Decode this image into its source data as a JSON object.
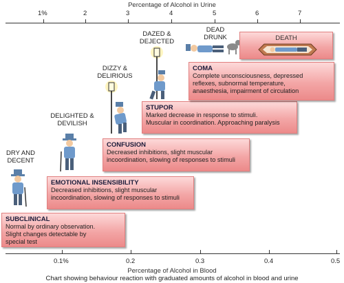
{
  "top_axis": {
    "title": "Percentage of Alcohol in Urine",
    "ticks": [
      "1%",
      "2",
      "3",
      "4",
      "5",
      "6",
      "7"
    ]
  },
  "bottom_axis": {
    "title": "Percentage of Alcohol in Blood",
    "ticks": [
      "0.1%",
      "0.2",
      "0.3",
      "0.4",
      "0.5"
    ]
  },
  "caption": "Chart showing behaviour reaction with graduated amounts of alcohol in blood and urine",
  "stages": [
    {
      "label_lines": [
        "DRY AND",
        "DECENT"
      ],
      "heading": "SUBCLINICAL",
      "lines": [
        "Normal by ordinary observation.",
        "Slight changes detectable by",
        "special test"
      ]
    },
    {
      "label_lines": [
        "DELIGHTED &",
        "DEVILISH"
      ],
      "heading": "EMOTIONAL INSENSIBILITY",
      "lines": [
        "Decreased inhibitions, slight muscular",
        "incoordination, slowing of responses to stimuli"
      ]
    },
    {
      "label_lines": [
        "DIZZY &",
        "DELIRIOUS"
      ],
      "heading": "CONFUSION",
      "lines": [
        "Decreased inhibitions, slight muscular",
        "incoordination, slowing of responses to stimuli"
      ]
    },
    {
      "label_lines": [
        "DAZED &",
        "DEJECTED"
      ],
      "heading": "STUPOR",
      "lines": [
        "Marked decrease in response to stimuli.",
        "Muscular in coordination. Approaching paralysis"
      ]
    },
    {
      "label_lines": [
        "DEAD",
        "DRUNK"
      ],
      "heading": "COMA",
      "lines": [
        "Complete unconsciousness, depressed",
        "reflexes, subnormal temperature,",
        "anaesthesia, impairment of circulation"
      ]
    },
    {
      "label_lines": [],
      "heading": "DEATH",
      "lines": []
    }
  ],
  "colors": {
    "box_fill": "#f3a6a6",
    "box_border": "#e07f7f",
    "heading": "#1b1b3a"
  },
  "icons": [
    "man-standing-icon",
    "man-leaning-cane-icon",
    "man-under-lamp-icon",
    "man-hugging-lamppost-icon",
    "man-lying-dog-icon",
    "man-in-coffin-icon"
  ]
}
